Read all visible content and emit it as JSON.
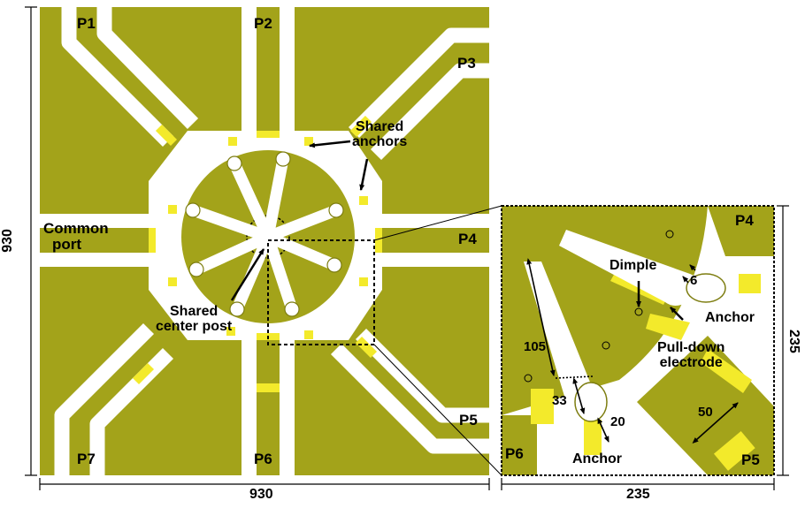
{
  "colors": {
    "metal": "#a3a31a",
    "metal_dark": "#7d7d10",
    "highlight": "#f3ea2b",
    "background": "#ffffff",
    "annotation": "#000000"
  },
  "left_view": {
    "ports": {
      "p1": "P1",
      "p2": "P2",
      "p3": "P3",
      "p4": "P4",
      "p5": "P5",
      "p6": "P6",
      "p7": "P7"
    },
    "common_port": [
      "Common",
      "port"
    ],
    "shared_anchors": [
      "Shared",
      "anchors"
    ],
    "shared_center_post": [
      "Shared",
      "center post"
    ],
    "dim_width": "930",
    "dim_height": "930"
  },
  "zoom_view": {
    "ports": {
      "p4": "P4",
      "p5": "P5",
      "p6": "P6"
    },
    "dimple": "Dimple",
    "anchor_right": "Anchor",
    "anchor_bottom": "Anchor",
    "pull_down": [
      "Pull-down",
      "electrode"
    ],
    "dim_6": "6",
    "dim_105": "105",
    "dim_33": "33",
    "dim_20": "20",
    "dim_50": "50",
    "dim_width": "235",
    "dim_height": "235"
  }
}
